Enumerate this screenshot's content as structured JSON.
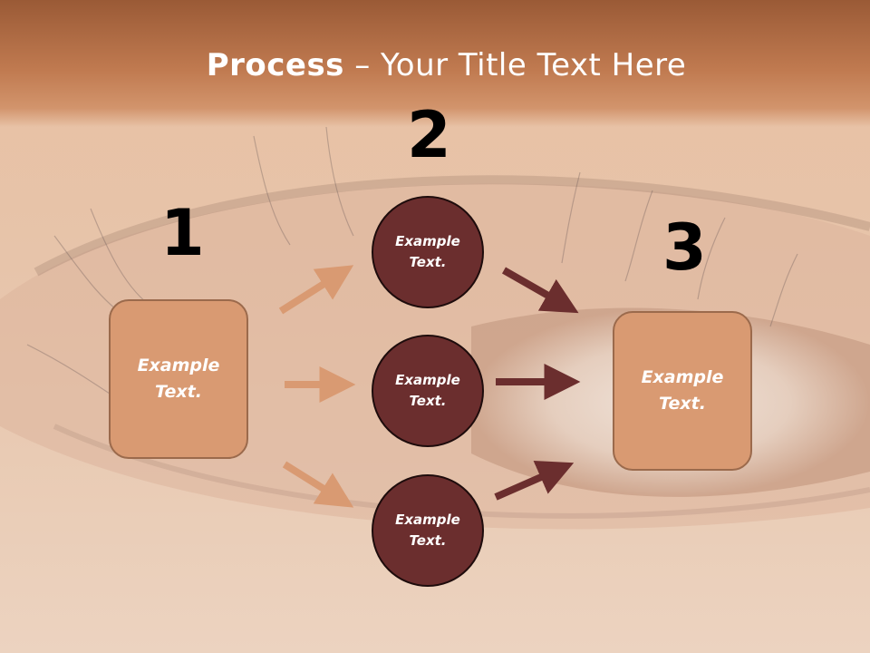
{
  "slide": {
    "title_bold": "Process",
    "title_rest": " – Your Title Text Here"
  },
  "steps": [
    {
      "number": "1",
      "label": "Example\nText."
    },
    {
      "number": "2",
      "label": "Example\nText."
    },
    {
      "number": "3",
      "label": "Example\nText."
    }
  ],
  "circles": [
    {
      "label": "Example\nText."
    },
    {
      "label": "Example\nText."
    },
    {
      "label": "Example\nText."
    }
  ],
  "colors": {
    "title_band": "#c07a50",
    "box_fill": "#d99a72",
    "circle_fill": "#6b2e2e",
    "arrow_light": "#d99a72",
    "arrow_dark": "#6b2e2e"
  },
  "background": {
    "image": "close-up of an eye (decorative photo)"
  }
}
